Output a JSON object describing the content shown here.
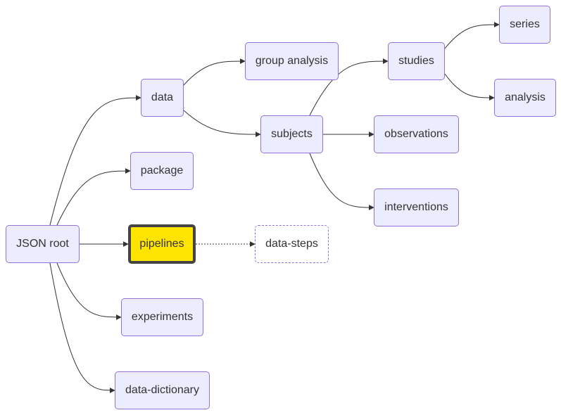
{
  "diagram": {
    "type": "flowchart-LR",
    "colors": {
      "node_fill": "#ECECFF",
      "node_stroke": "#9370DB",
      "highlight_fill": "#FFE400",
      "highlight_stroke": "#444444",
      "edge": "#333333"
    },
    "nodes": [
      {
        "id": "root",
        "label": "JSON root"
      },
      {
        "id": "data",
        "label": "data"
      },
      {
        "id": "package",
        "label": "package"
      },
      {
        "id": "pipelines",
        "label": "pipelines",
        "style": "highlight"
      },
      {
        "id": "experiments",
        "label": "experiments"
      },
      {
        "id": "dict",
        "label": "data-dictionary"
      },
      {
        "id": "group",
        "label": "group analysis"
      },
      {
        "id": "subjects",
        "label": "subjects"
      },
      {
        "id": "steps",
        "label": "data-steps",
        "style": "dashed"
      },
      {
        "id": "studies",
        "label": "studies"
      },
      {
        "id": "obs",
        "label": "observations"
      },
      {
        "id": "int",
        "label": "interventions"
      },
      {
        "id": "series",
        "label": "series"
      },
      {
        "id": "analysis",
        "label": "analysis"
      }
    ],
    "edges": [
      {
        "from": "root",
        "to": "data"
      },
      {
        "from": "root",
        "to": "package"
      },
      {
        "from": "root",
        "to": "pipelines"
      },
      {
        "from": "root",
        "to": "experiments"
      },
      {
        "from": "root",
        "to": "dict"
      },
      {
        "from": "data",
        "to": "group"
      },
      {
        "from": "data",
        "to": "subjects"
      },
      {
        "from": "pipelines",
        "to": "steps",
        "style": "dotted"
      },
      {
        "from": "subjects",
        "to": "studies"
      },
      {
        "from": "subjects",
        "to": "obs"
      },
      {
        "from": "subjects",
        "to": "int"
      },
      {
        "from": "studies",
        "to": "series"
      },
      {
        "from": "studies",
        "to": "analysis"
      }
    ]
  }
}
